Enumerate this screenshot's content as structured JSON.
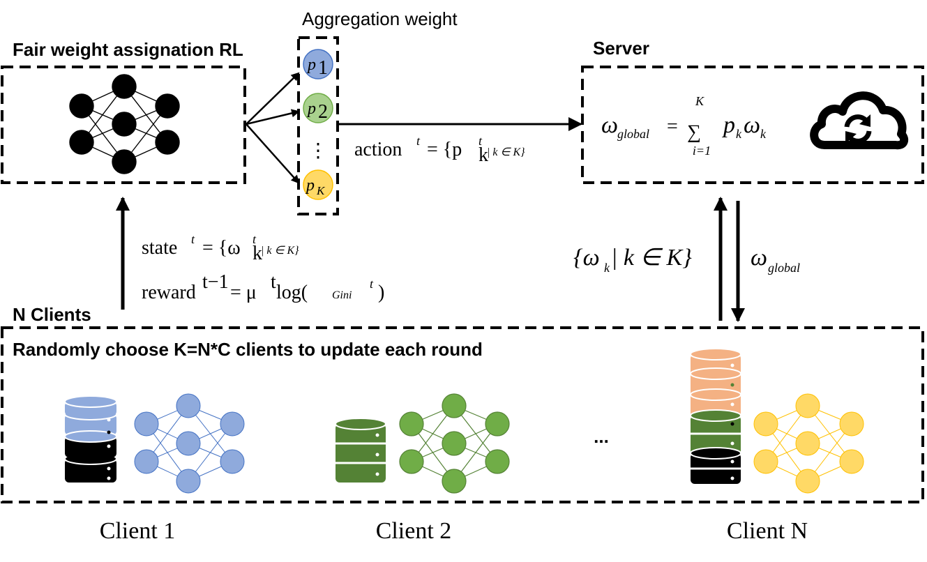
{
  "titles": {
    "rl": "Fair weight assignation RL",
    "aggregation": "Aggregation weight",
    "server": "Server",
    "clients": "N Clients",
    "clients_sub": "Randomly choose K=N*C clients to update each round"
  },
  "weights": {
    "p1": "p",
    "p1_sub": "1",
    "p2": "p",
    "p2_sub": "2",
    "dots": "⋮",
    "pk": "p",
    "pk_sub": "K"
  },
  "formulas": {
    "action_word": "action",
    "action_sup": "t",
    "action_rhs": "= {p",
    "action_sub": "k",
    "action_sup2": "t",
    "action_tail": " | k ∈ K}",
    "state_word": "state",
    "state_sup": "t",
    "state_rhs": "= {ω",
    "state_sub": "k",
    "state_sup2": "t",
    "state_tail": " | k ∈ K}",
    "reward_word": "reward",
    "reward_sup": "t−1",
    "reward_rhs": "= μ",
    "reward_mu_sup": "t",
    "reward_log": "log(",
    "reward_gini": "Gini",
    "reward_gini_sup": "t",
    "reward_close": ")",
    "global_omega": "ω",
    "global_sub": "global",
    "global_eq": "=",
    "sum_sign": "∑",
    "sum_top": "K",
    "sum_bottom": "i=1",
    "sum_term": "p",
    "sum_term_sub": "k",
    "sum_omega": "ω",
    "sum_omega_sub": "k",
    "upload": "{ω",
    "upload_sub": "k",
    "upload_tail": " | k ∈ K}",
    "download": "ω",
    "download_sub": "global"
  },
  "clients": {
    "labels": [
      "Client 1",
      "Client 2",
      "Client N"
    ],
    "ellipsis": "..."
  },
  "colors": {
    "blue": "#8faadc",
    "blue_dark": "#4472c4",
    "green": "#548235",
    "green_light": "#70ad47",
    "orange": "#f4b183",
    "yellow": "#ffd966",
    "yellow_dark": "#ffc000",
    "p1_fill": "#8faadc",
    "p2_fill": "#a9d18e",
    "pk_fill": "#ffd966",
    "black": "#000000"
  },
  "icons": {
    "server": "cloud-sync-icon",
    "rl": "neural-network-icon",
    "database": "database-icon"
  }
}
